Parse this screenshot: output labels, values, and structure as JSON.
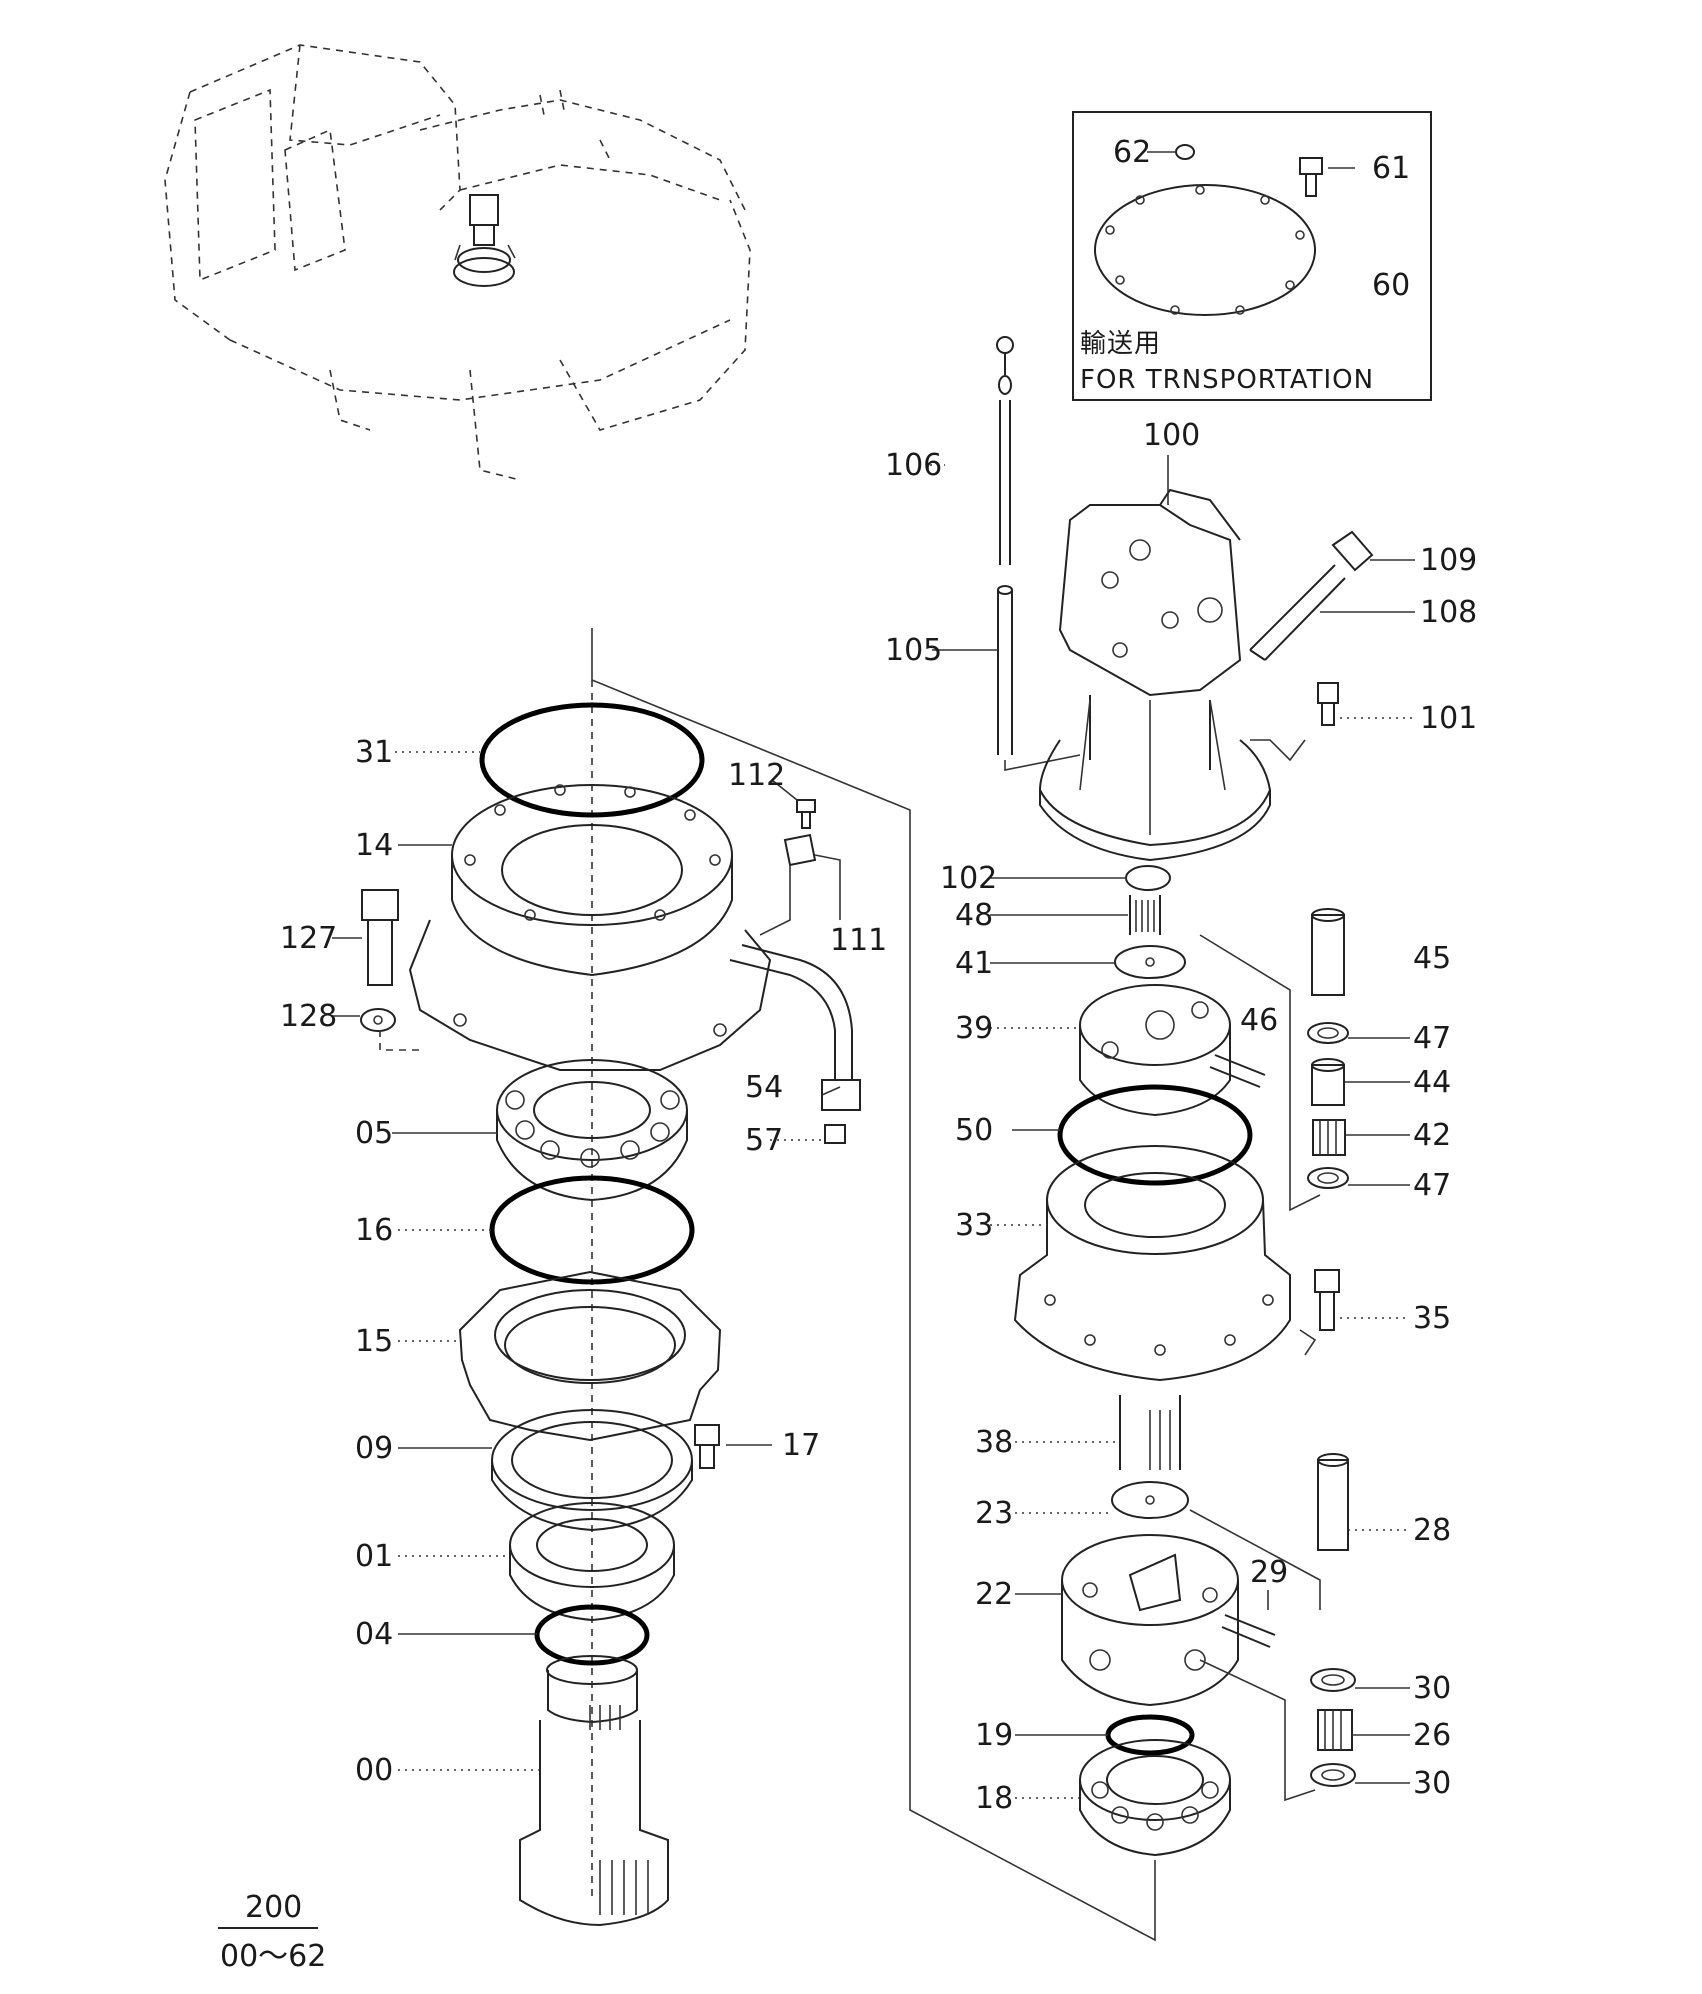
{
  "labels": {
    "l00": "00",
    "l01": "01",
    "l04": "04",
    "l05": "05",
    "l09": "09",
    "l14": "14",
    "l15": "15",
    "l16": "16",
    "l17": "17",
    "l18": "18",
    "l19": "19",
    "l22": "22",
    "l23": "23",
    "l26": "26",
    "l28": "28",
    "l29": "29",
    "l30a": "30",
    "l30b": "30",
    "l31": "31",
    "l33": "33",
    "l35": "35",
    "l38": "38",
    "l39": "39",
    "l41": "41",
    "l42": "42",
    "l44": "44",
    "l45": "45",
    "l46": "46",
    "l47a": "47",
    "l47b": "47",
    "l48": "48",
    "l50": "50",
    "l54": "54",
    "l57": "57",
    "l60": "60",
    "l61": "61",
    "l62": "62",
    "l100": "100",
    "l101": "101",
    "l102": "102",
    "l105": "105",
    "l106": "106",
    "l108": "108",
    "l109": "109",
    "l111": "111",
    "l112": "112",
    "l127": "127",
    "l128": "128"
  },
  "inset": {
    "japanese_note": "輸送用",
    "english_note": "FOR TRNSPORTATION"
  },
  "page_ref": {
    "number": "200",
    "range": "00～62"
  }
}
